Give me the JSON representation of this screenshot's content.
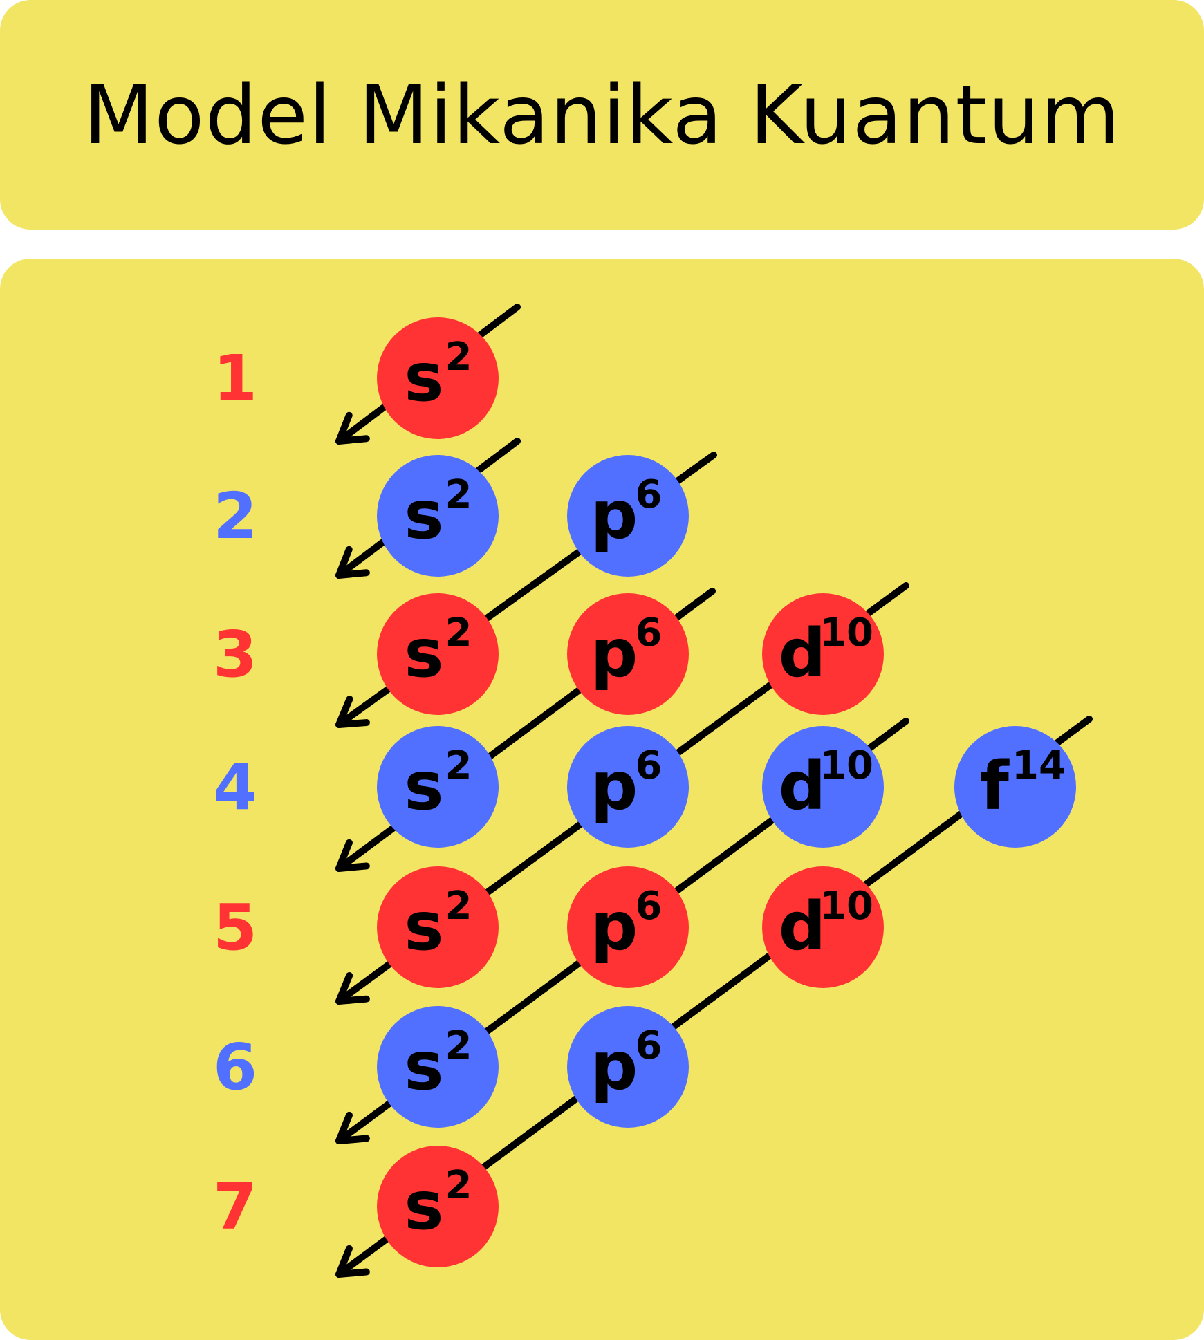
{
  "title": "Model Mikanika Kuantum",
  "colors": {
    "background_panel": "#f3e564",
    "red": "#ff3333",
    "blue": "#5270ff",
    "arrow": "#000000"
  },
  "shells": [
    {
      "n": "1",
      "color": "red"
    },
    {
      "n": "2",
      "color": "blue"
    },
    {
      "n": "3",
      "color": "red"
    },
    {
      "n": "4",
      "color": "blue"
    },
    {
      "n": "5",
      "color": "red"
    },
    {
      "n": "6",
      "color": "blue"
    },
    {
      "n": "7",
      "color": "red"
    }
  ],
  "orbitals": [
    {
      "shell": 1,
      "letter": "s",
      "sup": "2"
    },
    {
      "shell": 2,
      "letter": "s",
      "sup": "2"
    },
    {
      "shell": 2,
      "letter": "p",
      "sup": "6"
    },
    {
      "shell": 3,
      "letter": "s",
      "sup": "2"
    },
    {
      "shell": 3,
      "letter": "p",
      "sup": "6"
    },
    {
      "shell": 3,
      "letter": "d",
      "sup": "10"
    },
    {
      "shell": 4,
      "letter": "s",
      "sup": "2"
    },
    {
      "shell": 4,
      "letter": "p",
      "sup": "6"
    },
    {
      "shell": 4,
      "letter": "d",
      "sup": "10"
    },
    {
      "shell": 4,
      "letter": "f",
      "sup": "14"
    },
    {
      "shell": 5,
      "letter": "s",
      "sup": "2"
    },
    {
      "shell": 5,
      "letter": "p",
      "sup": "6"
    },
    {
      "shell": 5,
      "letter": "d",
      "sup": "10"
    },
    {
      "shell": 6,
      "letter": "s",
      "sup": "2"
    },
    {
      "shell": 6,
      "letter": "p",
      "sup": "6"
    },
    {
      "shell": 7,
      "letter": "s",
      "sup": "2"
    }
  ]
}
